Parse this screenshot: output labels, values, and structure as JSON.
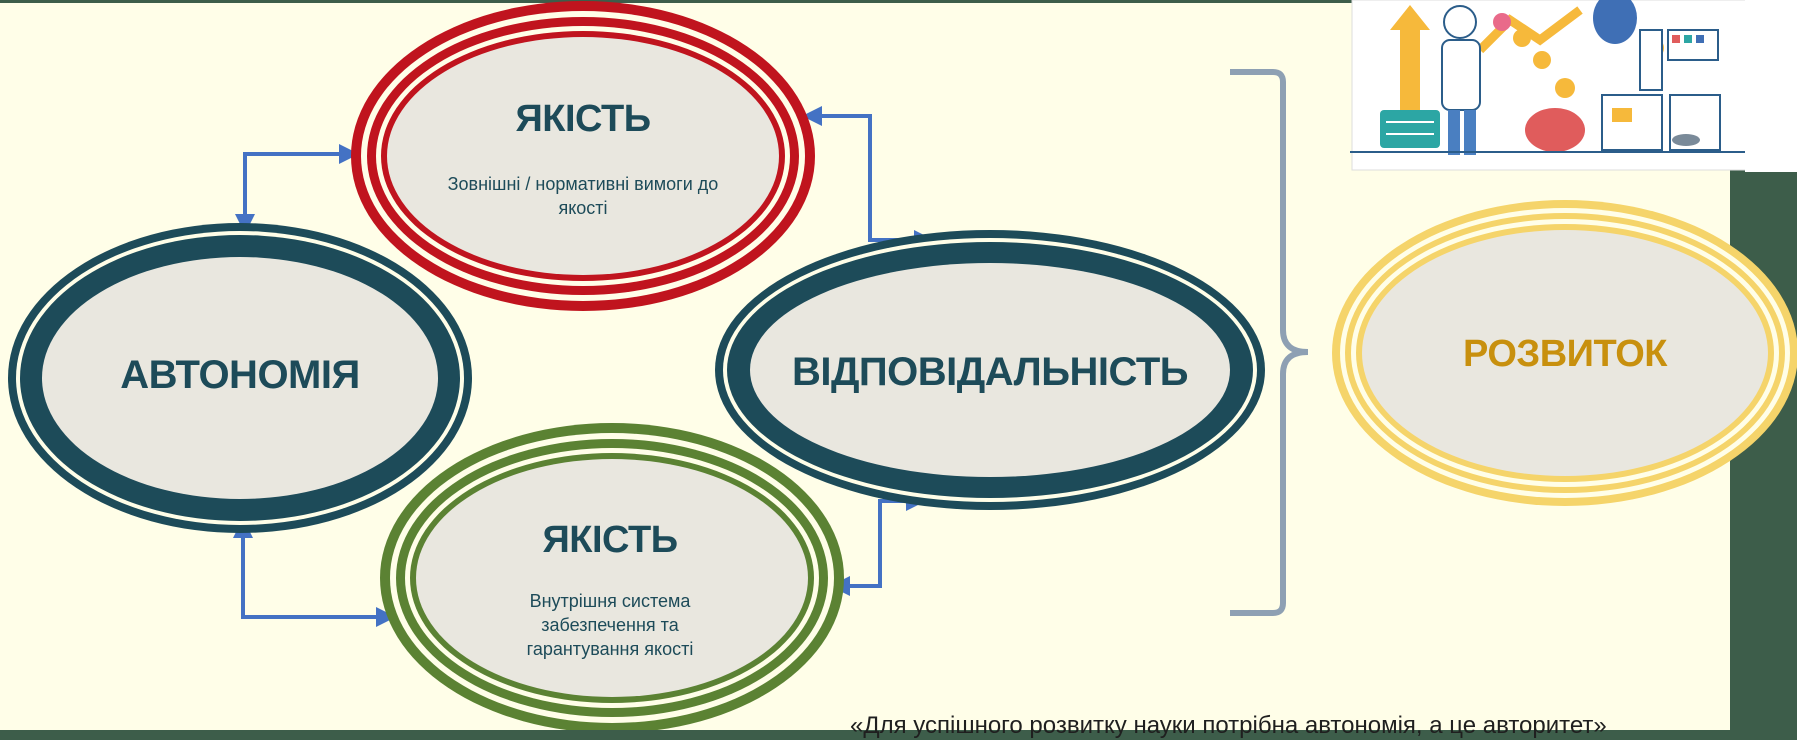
{
  "nodes": {
    "quality_external": {
      "title": "ЯКІСТЬ",
      "subtitle": "Зовнішні / нормативні вимоги до якості"
    },
    "autonomy": {
      "title": "АВТОНОМІЯ"
    },
    "responsibility": {
      "title": "ВІДПОВІДАЛЬНІСТЬ"
    },
    "quality_internal": {
      "title": "ЯКІСТЬ",
      "subtitle": "Внутрішня система забезпечення та гарантування якості"
    },
    "development": {
      "title": "РОЗВИТОК"
    }
  },
  "quote": "«Для успішного розвитку науки потрібна автономія, а це авторитет»",
  "colors": {
    "background": "#fffee8",
    "outer_frame": "#3d5d4a",
    "dark_teal": "#1d4b59",
    "red": "#c0141e",
    "green": "#5b8233",
    "gold": "#f5d46a",
    "gold_text": "#c8900e",
    "arrow": "#4472c4",
    "bracket": "#8ea0b3",
    "ellipse_fill": "#e9e7df"
  },
  "icons": [
    "business-finance-illustration"
  ]
}
